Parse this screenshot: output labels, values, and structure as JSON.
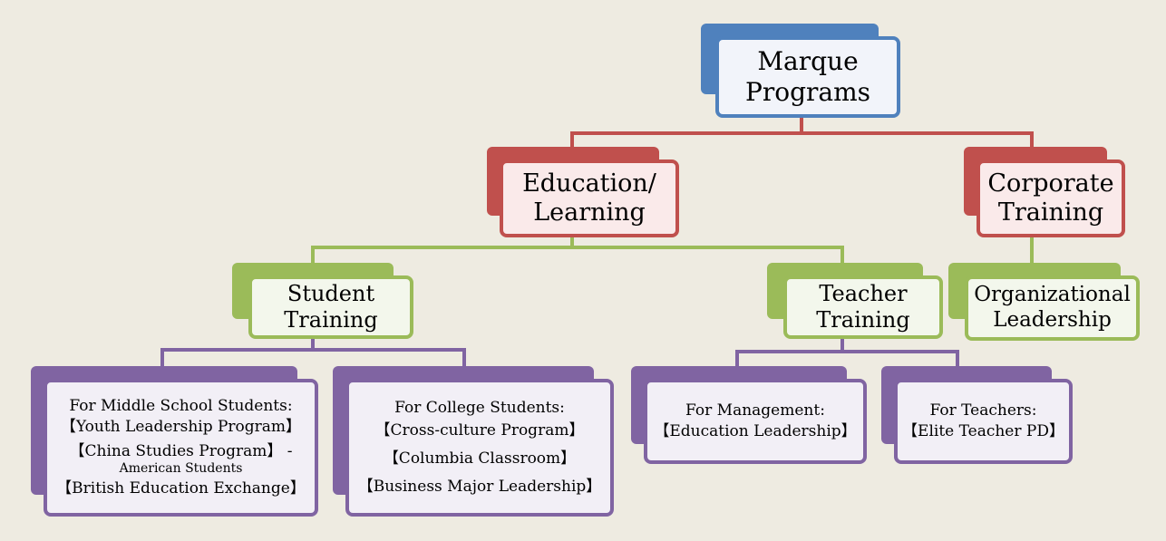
{
  "root": {
    "lines": [
      "Marque",
      "Programs"
    ]
  },
  "education": {
    "lines": [
      "Education/",
      "Learning"
    ]
  },
  "corporate": {
    "lines": [
      "Corporate",
      "Training"
    ]
  },
  "student": {
    "lines": [
      "Student",
      "Training"
    ]
  },
  "teacher": {
    "lines": [
      "Teacher",
      "Training"
    ]
  },
  "organizational": {
    "lines": [
      "Organizational",
      "Leadership"
    ]
  },
  "middle_school": {
    "lines": [
      "For Middle School Students:",
      "【Youth Leadership Program】",
      "【China Studies Program】 -",
      "American Students",
      "【British Education Exchange】"
    ]
  },
  "college": {
    "lines": [
      "For College Students:",
      "【Cross-culture Program】",
      "【Columbia Classroom】",
      "【Business Major Leadership】"
    ]
  },
  "management": {
    "lines": [
      "For Management:",
      "【Education Leadership】"
    ]
  },
  "teachers": {
    "lines": [
      "For Teachers:",
      "【Elite Teacher PD】"
    ]
  },
  "colors": {
    "background": "#EEEBE1",
    "blue": "#4F81BD",
    "red": "#C0504D",
    "green": "#9BBB59",
    "purple": "#8064A2"
  }
}
